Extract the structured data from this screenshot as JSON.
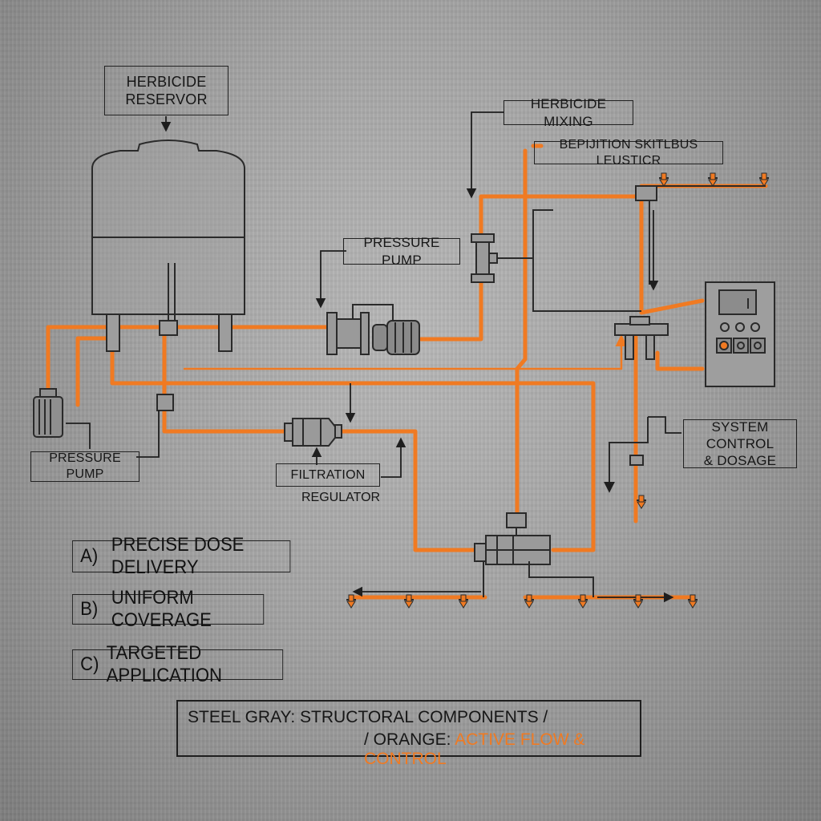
{
  "labels": {
    "reservoir": "HERBICIDE\nRESERVOR",
    "mixing": "HERBICIDE MIXING",
    "top_right": "BEPIJITION SKITLBUS LEUSTICR",
    "pump_center": "PRESSURE PUMP",
    "pump_left": "PRESSURE PUMP",
    "filtration": "FILTRATION",
    "regulator": "REGULATOR",
    "control": "SYSTEM CONTROL\n& DOSAGE"
  },
  "benefits": [
    {
      "letter": "A)",
      "text": "PRECISE DOSE DELIVERY"
    },
    {
      "letter": "B)",
      "text": "UNIFORM COVERAGE"
    },
    {
      "letter": "C)",
      "text": "TARGETED APPLICATION"
    }
  ],
  "legend": {
    "line1": "STEEL GRAY: STRUCTORAL COMPONENTS /",
    "line2_prefix": "/ ORANGE: ",
    "line2_highlight": "ACTIVE FLOW & CONTROL"
  },
  "colors": {
    "flow": "#f07a22",
    "structure": "#2a2a2a",
    "background": "#a9a9a9"
  }
}
